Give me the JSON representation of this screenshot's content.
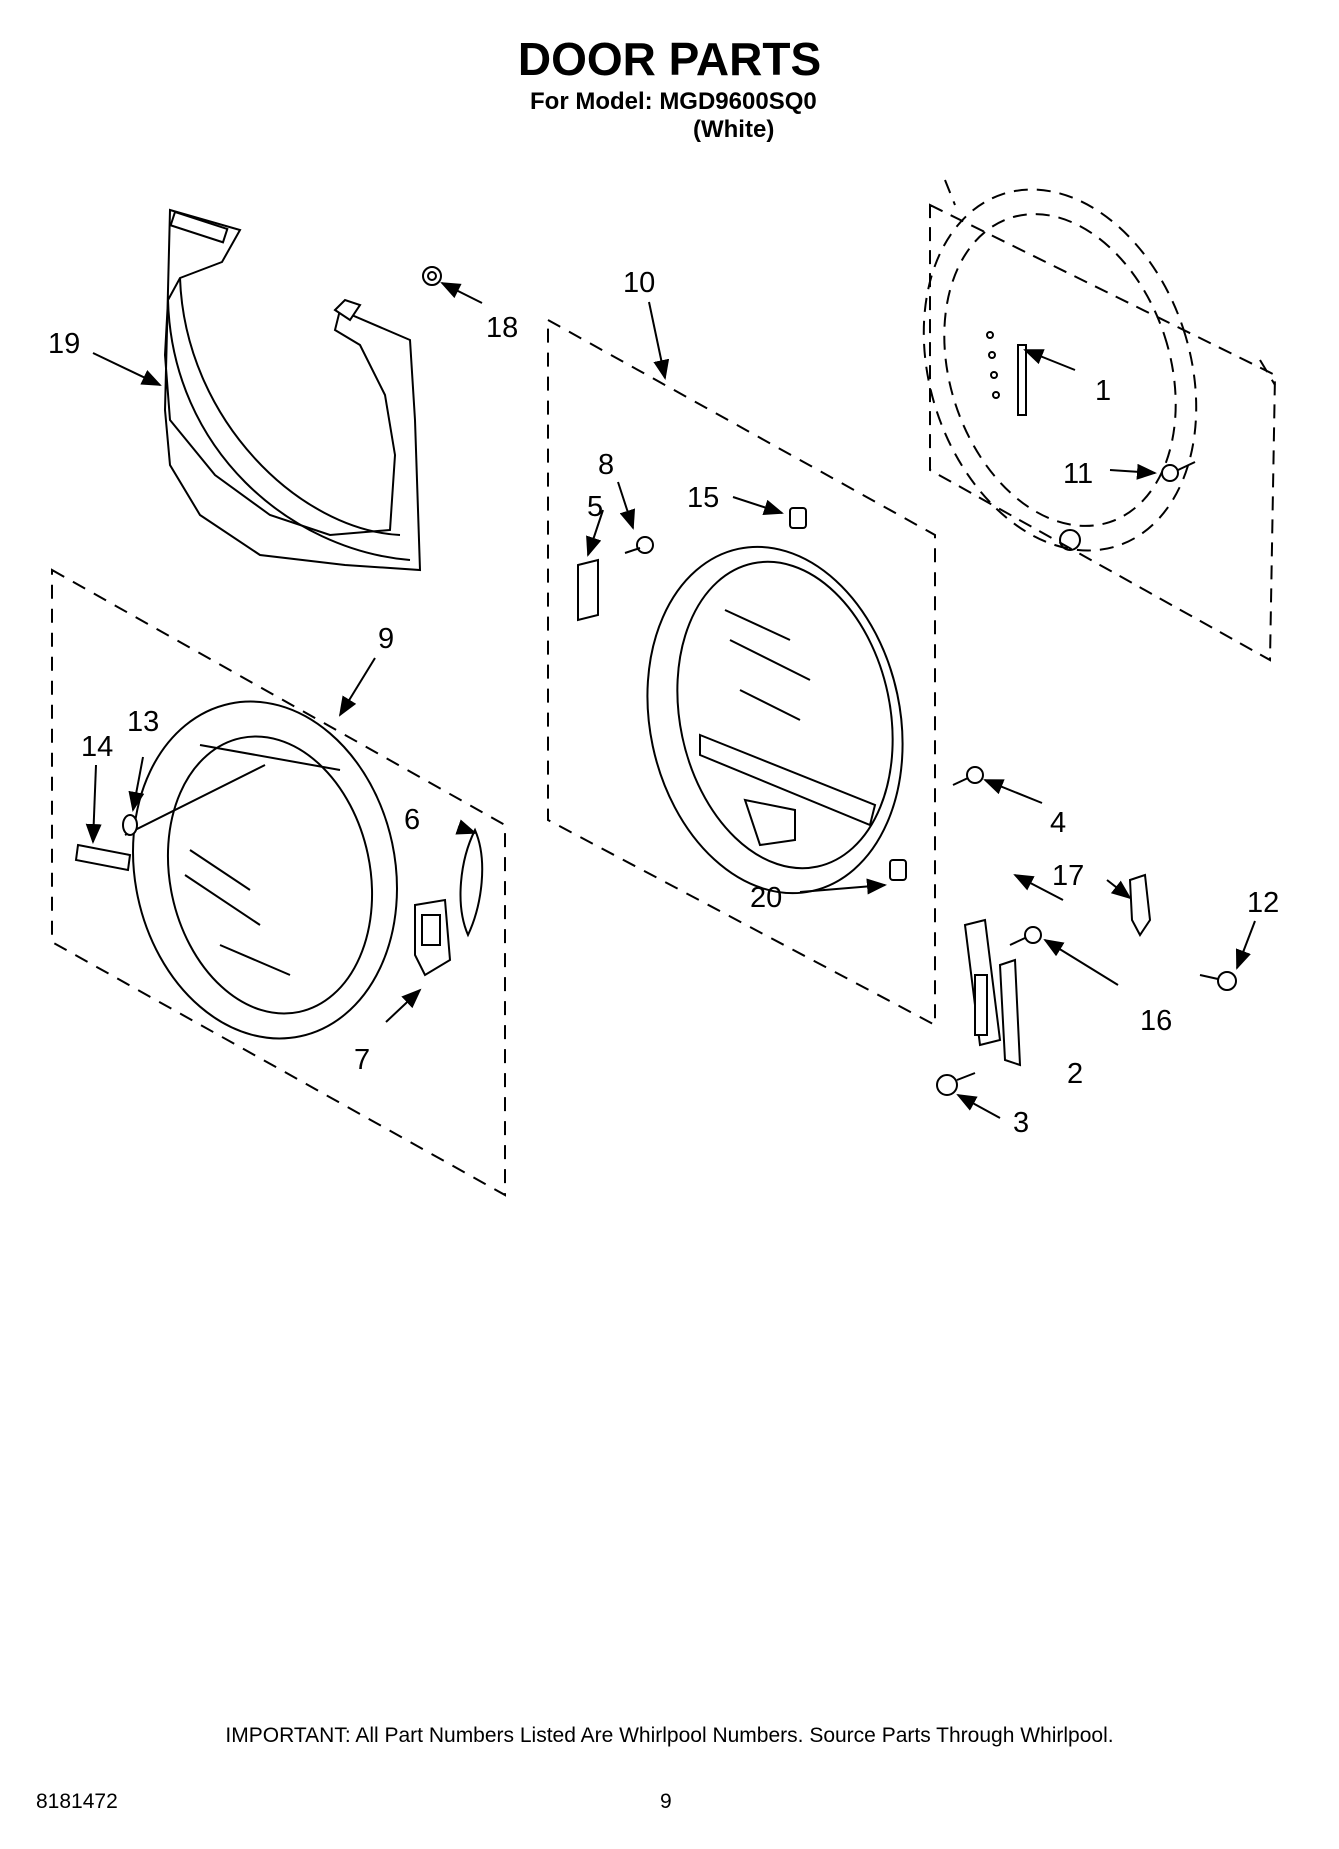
{
  "header": {
    "title": "DOOR PARTS",
    "subtitle": "For Model: MGD9600SQ0",
    "variant": "(White)"
  },
  "callouts": {
    "c1": "1",
    "c2": "2",
    "c3": "3",
    "c4": "4",
    "c5": "5",
    "c6": "6",
    "c7": "7",
    "c8": "8",
    "c9": "9",
    "c10": "10",
    "c11": "11",
    "c12": "12",
    "c13": "13",
    "c14": "14",
    "c15": "15",
    "c16": "16",
    "c17": "17",
    "c18": "18",
    "c19": "19",
    "c20": "20"
  },
  "footer": {
    "note": "IMPORTANT: All Part Numbers Listed Are Whirlpool Numbers. Source Parts Through Whirlpool.",
    "doc_number": "8181472",
    "page_number": "9"
  }
}
